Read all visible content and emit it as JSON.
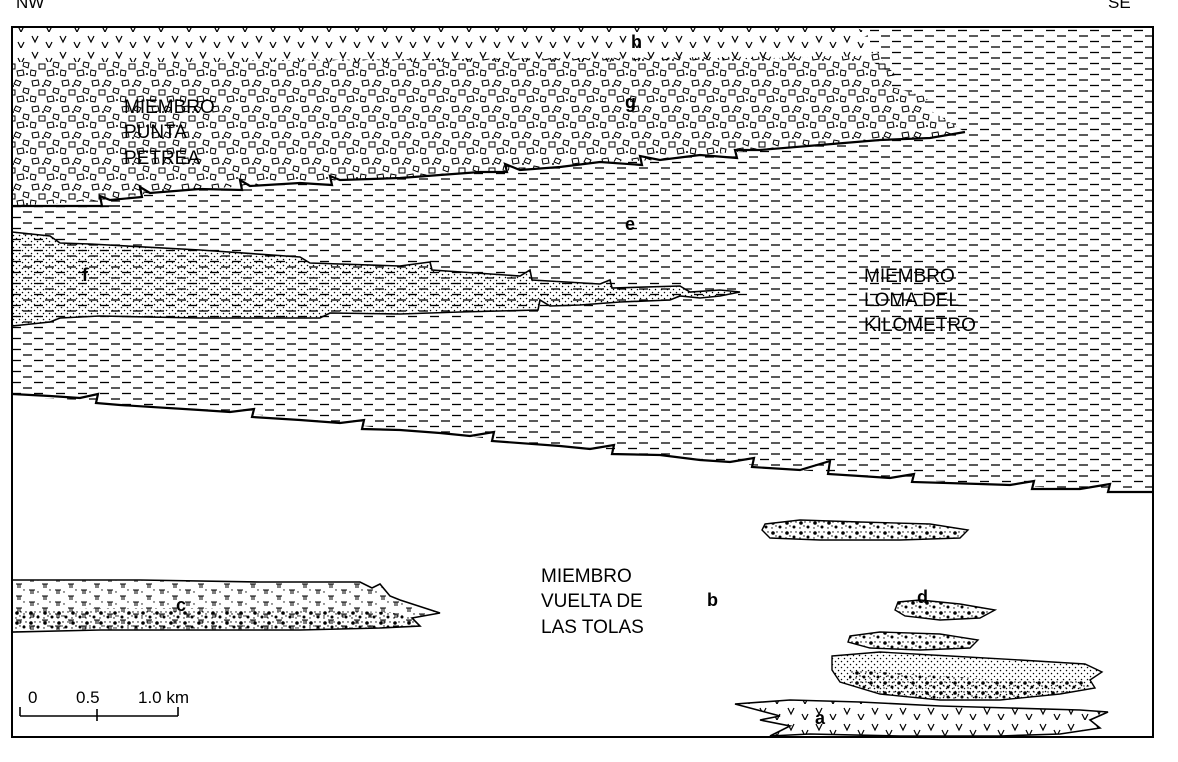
{
  "corners": {
    "left": "NW",
    "right": "SE"
  },
  "members": {
    "punta_petrea": [
      "MIEMBRO",
      "PUNTA",
      "PETREA"
    ],
    "loma_del_kilometro": [
      "MIEMBRO",
      "LOMA DEL",
      "KILOMETRO"
    ],
    "vuelta_de_las_tolas": [
      "MIEMBRO",
      "VUELTA DE",
      "LAS TOLAS"
    ]
  },
  "units": {
    "a": "a",
    "b": "b",
    "c": "c",
    "d": "d",
    "e": "e",
    "f": "f",
    "g": "g",
    "h": "h"
  },
  "scale_bar": {
    "ticks": [
      "0",
      "0.5",
      "1.0 km"
    ]
  }
}
